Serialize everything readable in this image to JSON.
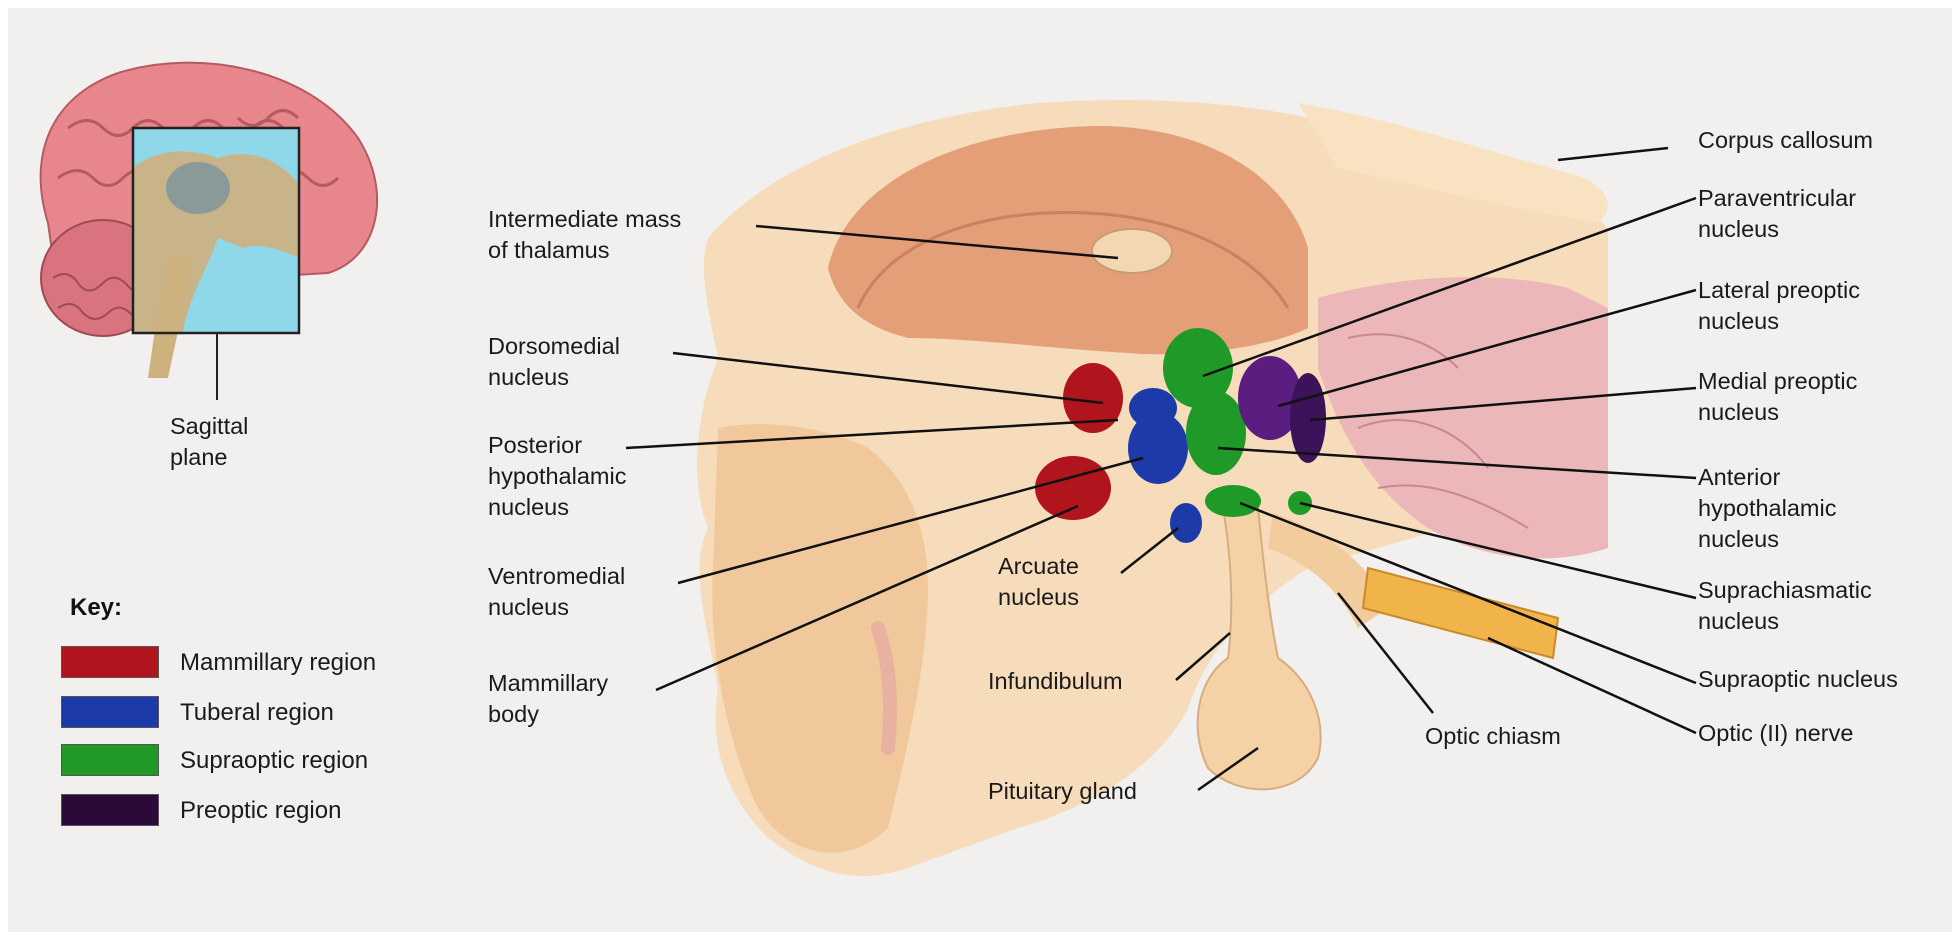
{
  "diagram": {
    "inset_label": "Sagittal\nplane",
    "labels": {
      "intermediate_mass": "Intermediate mass\nof thalamus",
      "dorsomedial": "Dorsomedial\nnucleus",
      "posterior": "Posterior\nhypothalamic\nnucleus",
      "ventromedial": "Ventromedial\nnucleus",
      "mammillary_body": "Mammillary\nbody",
      "arcuate": "Arcuate\nnucleus",
      "infundibulum": "Infundibulum",
      "pituitary": "Pituitary gland",
      "optic_chiasm": "Optic chiasm",
      "corpus_callosum": "Corpus callosum",
      "paraventricular": "Paraventricular\nnucleus",
      "lateral_preoptic": "Lateral preoptic\nnucleus",
      "medial_preoptic": "Medial preoptic\nnucleus",
      "anterior": "Anterior\nhypothalamic\nnucleus",
      "suprachiasmatic": "Suprachiasmatic\nnucleus",
      "supraoptic": "Supraoptic nucleus",
      "optic_nerve": "Optic (II) nerve"
    },
    "key": {
      "title": "Key:",
      "items": [
        {
          "label": "Mammillary region",
          "color": "#b0141c"
        },
        {
          "label": "Tuberal region",
          "color": "#1c3aa8"
        },
        {
          "label": "Supraoptic region",
          "color": "#1f9a28"
        },
        {
          "label": "Preoptic region",
          "color": "#2b0a3a"
        }
      ]
    }
  }
}
